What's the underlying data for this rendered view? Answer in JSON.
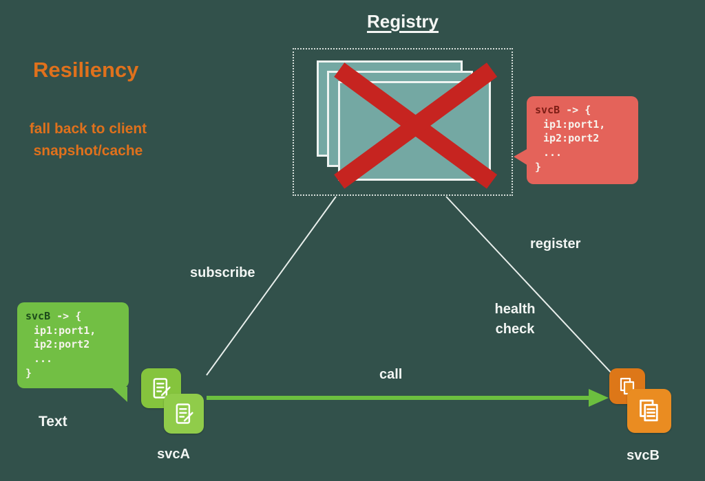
{
  "colors": {
    "background": "#32514b",
    "accent_orange": "#e0711c",
    "server_teal": "#74a8a3",
    "cross_red": "#c62420",
    "bubble_red": "#e4635a",
    "bubble_green": "#72bf44",
    "arrow_green": "#6cbf3f",
    "icon_green": "#85c43d",
    "icon_orange": "#ea8c21",
    "text_white": "#f2f5f3"
  },
  "registry": {
    "title": "Registry"
  },
  "left_panel": {
    "heading": "Resiliency",
    "note_line1": "fall back to client",
    "note_line2": "snapshot/cache"
  },
  "bubble_red": {
    "key": "svcB",
    "arrow": " -> {",
    "lines": [
      "ip1:port1,",
      "ip2:port2",
      "...",
      "}"
    ]
  },
  "bubble_green": {
    "key": "svcB",
    "arrow": " -> {",
    "lines": [
      "ip1:port1,",
      "ip2:port2",
      "...",
      "}"
    ]
  },
  "edges": {
    "subscribe": "subscribe",
    "register": "register",
    "health_line1": "health",
    "health_line2": "check",
    "call": "call"
  },
  "nodes": {
    "svca_label": "svcA",
    "svcb_label": "svcB",
    "text_label": "Text"
  }
}
